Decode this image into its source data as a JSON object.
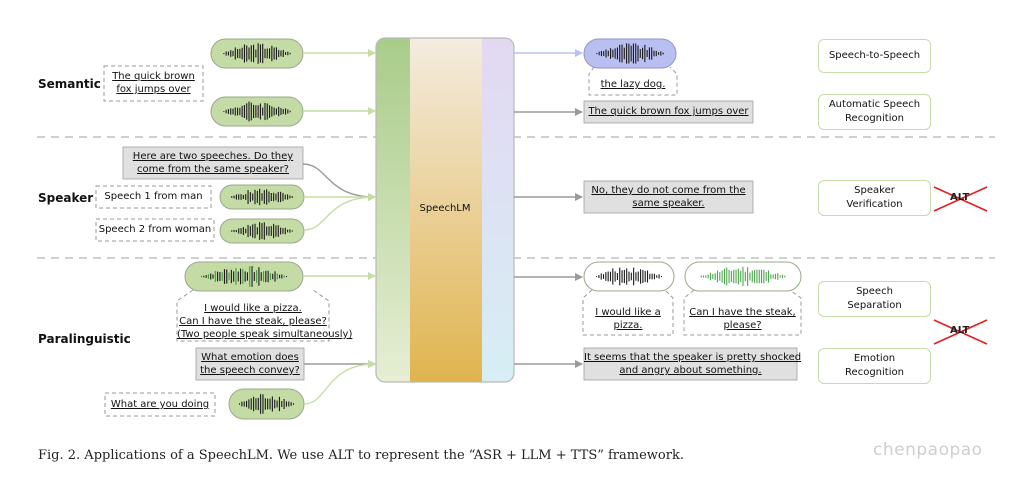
{
  "sections": {
    "semantic": "Semantic",
    "speaker": "Speaker",
    "paralinguistic": "Paralinguistic"
  },
  "model": {
    "label": "SpeechLM"
  },
  "inputs": {
    "semantic_text": [
      "The quick brown",
      "fox jumps over"
    ],
    "speaker_question": [
      "Here are two speeches. Do they",
      "come from the same speaker?"
    ],
    "speaker_1": "Speech 1 from man",
    "speaker_2": "Speech 2 from woman",
    "separation_text": [
      "I would like a pizza.",
      "Can I have the steak, please?",
      "(Two people speak simultaneously)"
    ],
    "emotion_question": [
      "What emotion does",
      "the speech convey?"
    ],
    "emotion_speech": "What are you doing"
  },
  "outputs": {
    "s2s_text": "the lazy dog.",
    "asr_text": "The quick brown fox jumps over",
    "speaker_answer": [
      "No, they do not come from the",
      "same speaker."
    ],
    "sep_1": [
      "I would like a",
      "pizza."
    ],
    "sep_2": [
      "Can I have the steak,",
      "please?"
    ],
    "emotion_answer": [
      "It seems that the speaker is pretty shocked",
      "and angry about something."
    ]
  },
  "tasks": {
    "s2s": [
      "Speech-to-Speech"
    ],
    "asr": [
      "Automatic Speech",
      "Recognition"
    ],
    "verification": [
      "Speaker",
      "Verification"
    ],
    "separation": [
      "Speech",
      "Separation"
    ],
    "emotion": [
      "Emotion",
      "Recognition"
    ]
  },
  "alt_label": "ALT",
  "caption": "Fig. 2.  Applications of a SpeechLM. We use ALT to represent the “ASR + LLM + TTS” framework.",
  "watermark": "chenpaopao",
  "colors": {
    "speech_green": "#c5dba6",
    "speech_blue": "#b9bff0",
    "text_box_gray": "#e0e0e0",
    "arrow_green": "#c6dea3",
    "arrow_blue": "#b7c3ee",
    "arrow_gray": "#9a9a9a",
    "task_border": "#c8dcaa",
    "alt_cross": "#e02020"
  }
}
